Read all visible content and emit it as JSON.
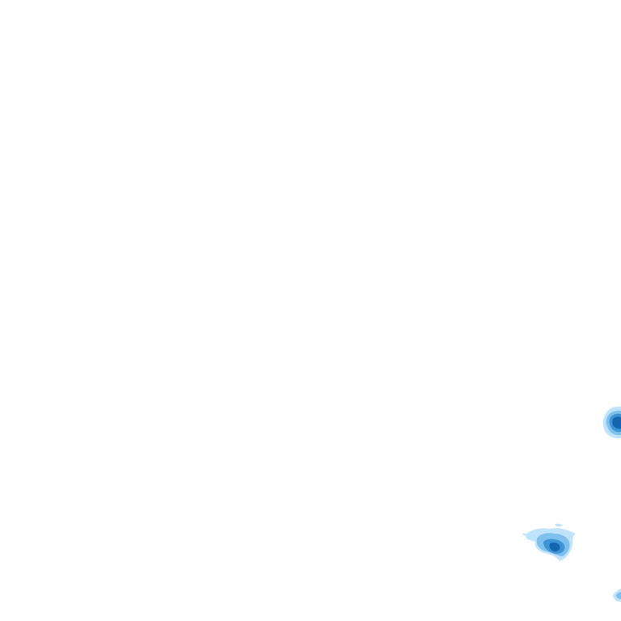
{
  "map": {
    "background_color": "#ffffff",
    "palette": {
      "light": "#bfe3fa",
      "medium": "#7ec1ee",
      "strong": "#3e95d6",
      "intense": "#1565b0"
    },
    "cells": [
      {
        "id": "east-edge-cell",
        "intensity": "intense"
      },
      {
        "id": "southeast-cell",
        "intensity": "strong"
      },
      {
        "id": "corner-fragment",
        "intensity": "medium"
      }
    ]
  }
}
